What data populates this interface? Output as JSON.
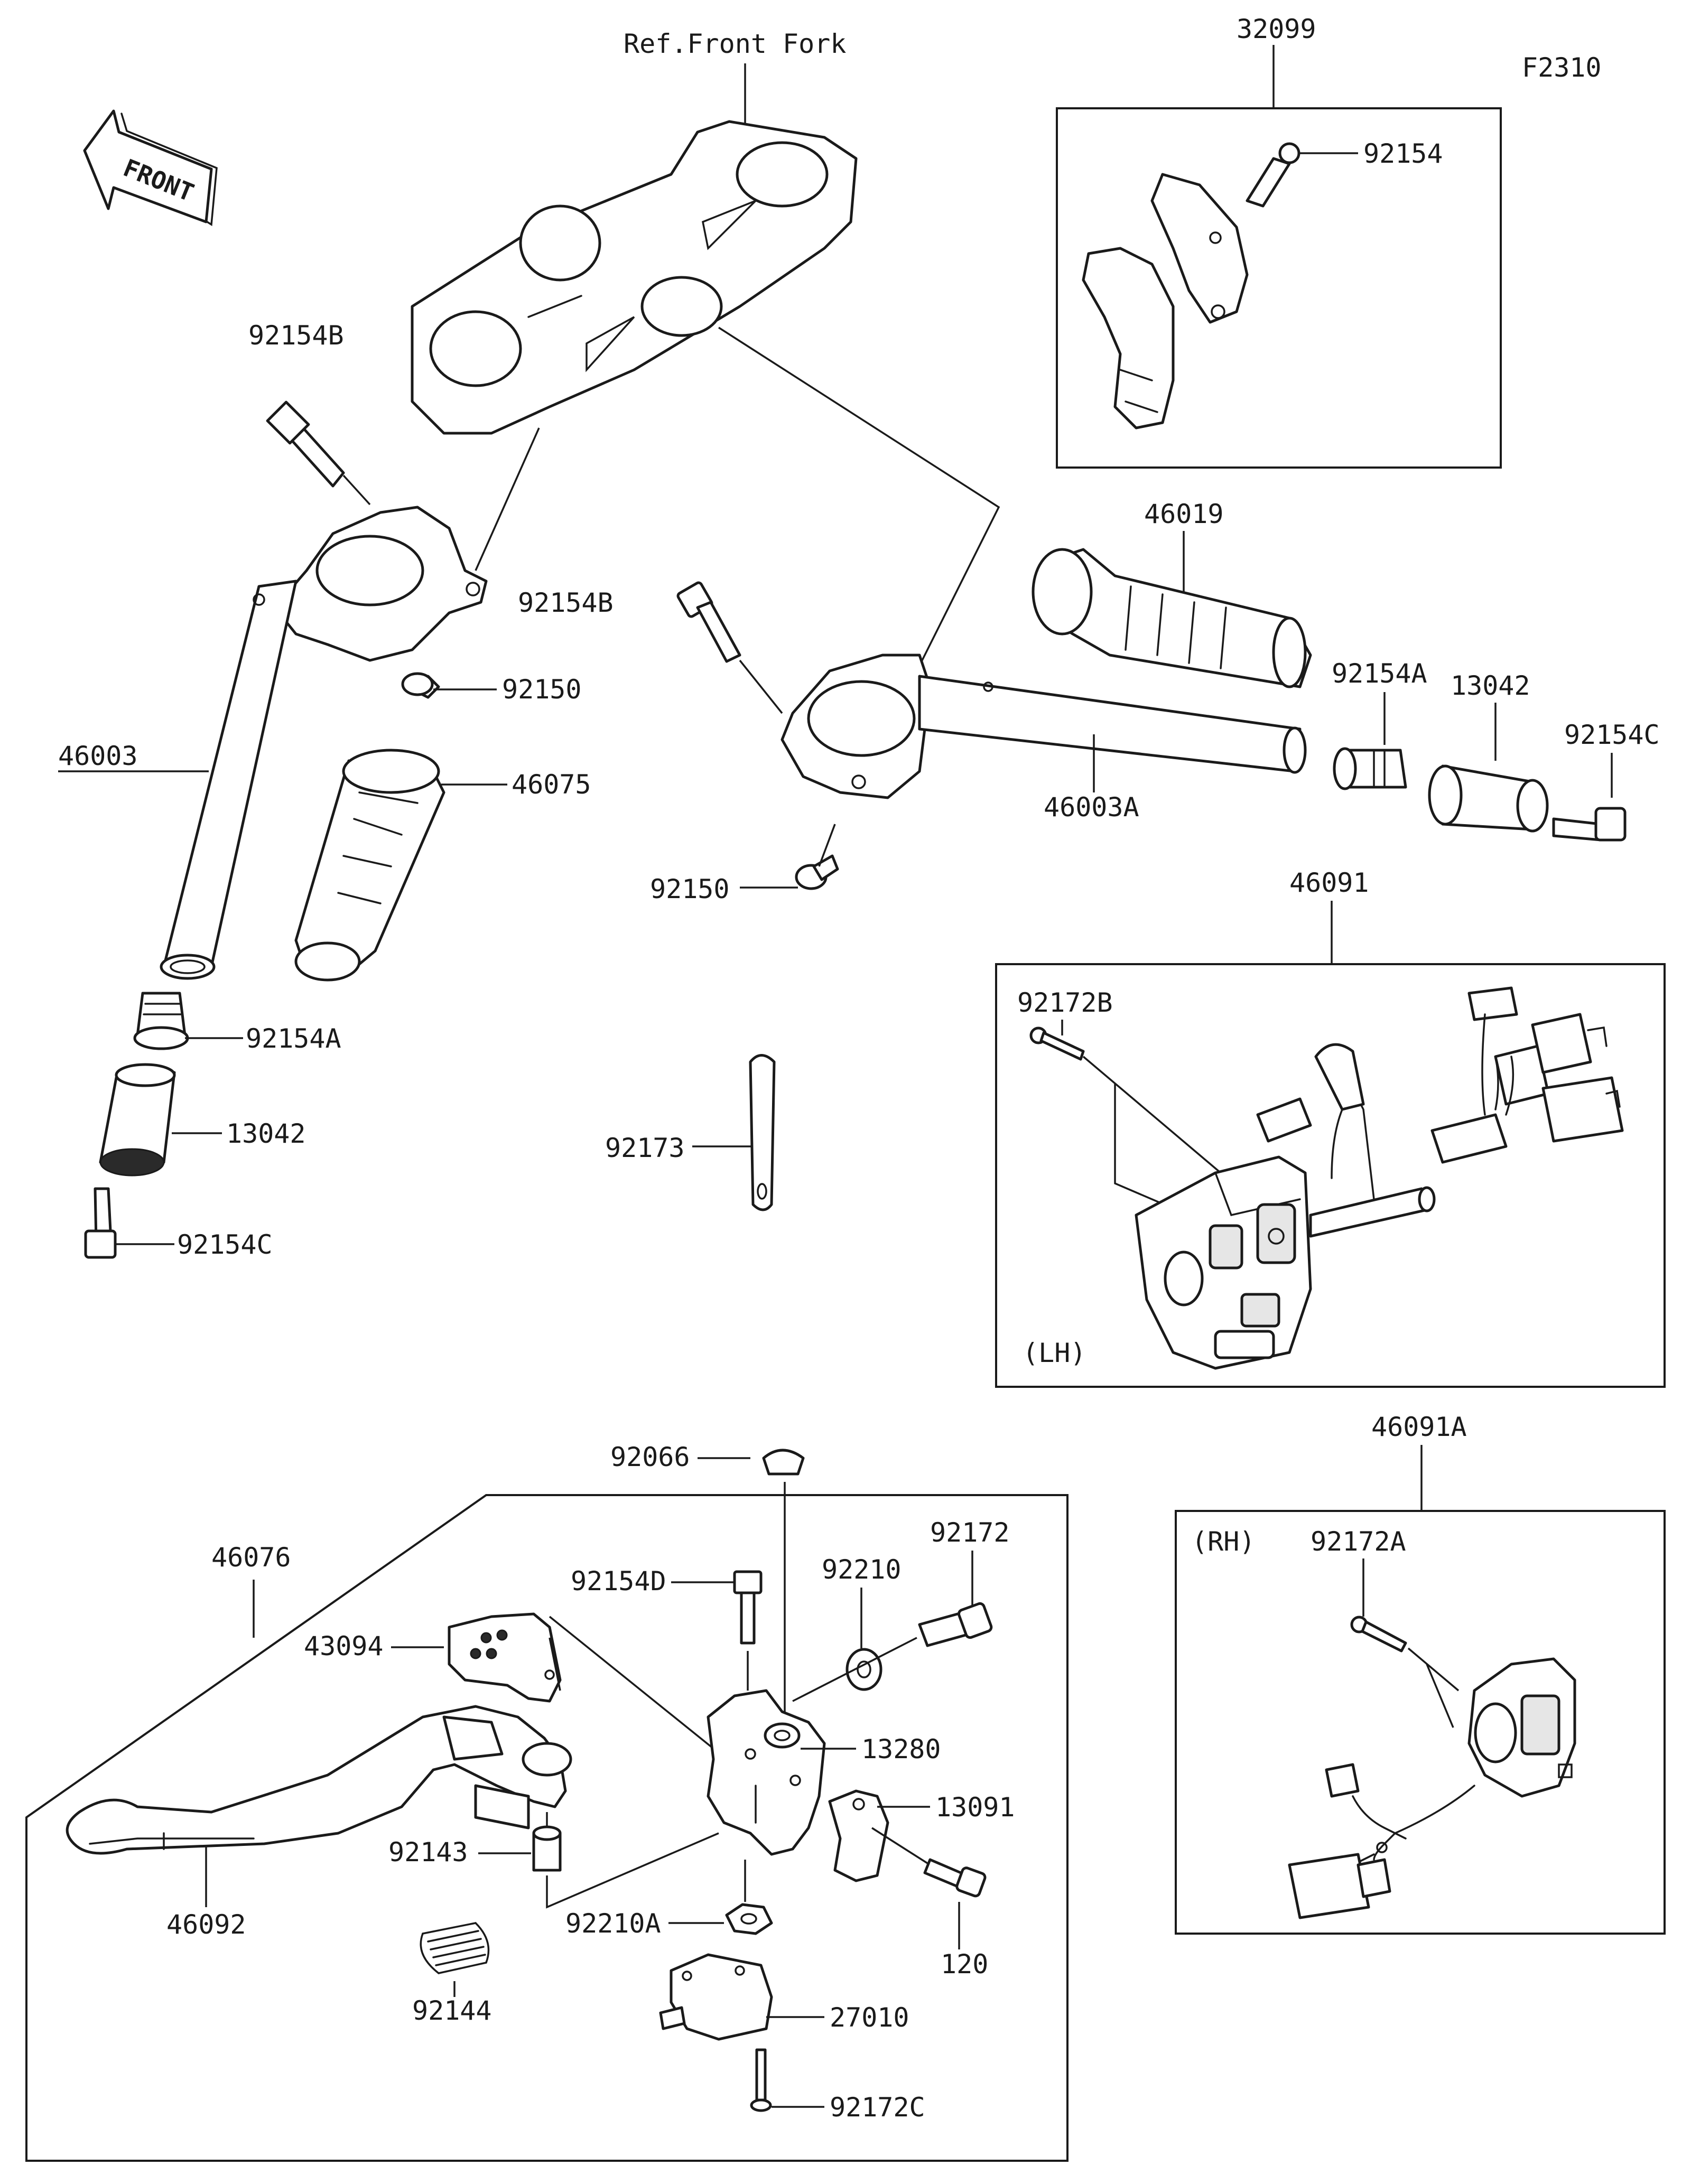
{
  "diagram": {
    "code": "F2310",
    "reference": "Ref.Front Fork",
    "front_arrow": "FRONT",
    "side_left": "(LH)",
    "side_right": "(RH)",
    "parts": {
      "p32099": "32099",
      "p92154": "92154",
      "p92154B_left": "92154B",
      "p92154B_right": "92154B",
      "p92150_left": "92150",
      "p92150_right": "92150",
      "p46003": "46003",
      "p46003A": "46003A",
      "p46075": "46075",
      "p46019": "46019",
      "p92154A_left": "92154A",
      "p92154A_right": "92154A",
      "p13042_left": "13042",
      "p13042_right": "13042",
      "p92154C_left": "92154C",
      "p92154C_right": "92154C",
      "p92173": "92173",
      "p46091": "46091",
      "p92172B": "92172B",
      "p46091A": "46091A",
      "p92172A": "92172A",
      "p92066": "92066",
      "p46076": "46076",
      "p92154D": "92154D",
      "p92210": "92210",
      "p92172": "92172",
      "p43094": "43094",
      "p13280": "13280",
      "p13091": "13091",
      "p92143": "92143",
      "p46092": "46092",
      "p92210A": "92210A",
      "p120": "120",
      "p92144": "92144",
      "p27010": "27010",
      "p92172C": "92172C"
    }
  }
}
